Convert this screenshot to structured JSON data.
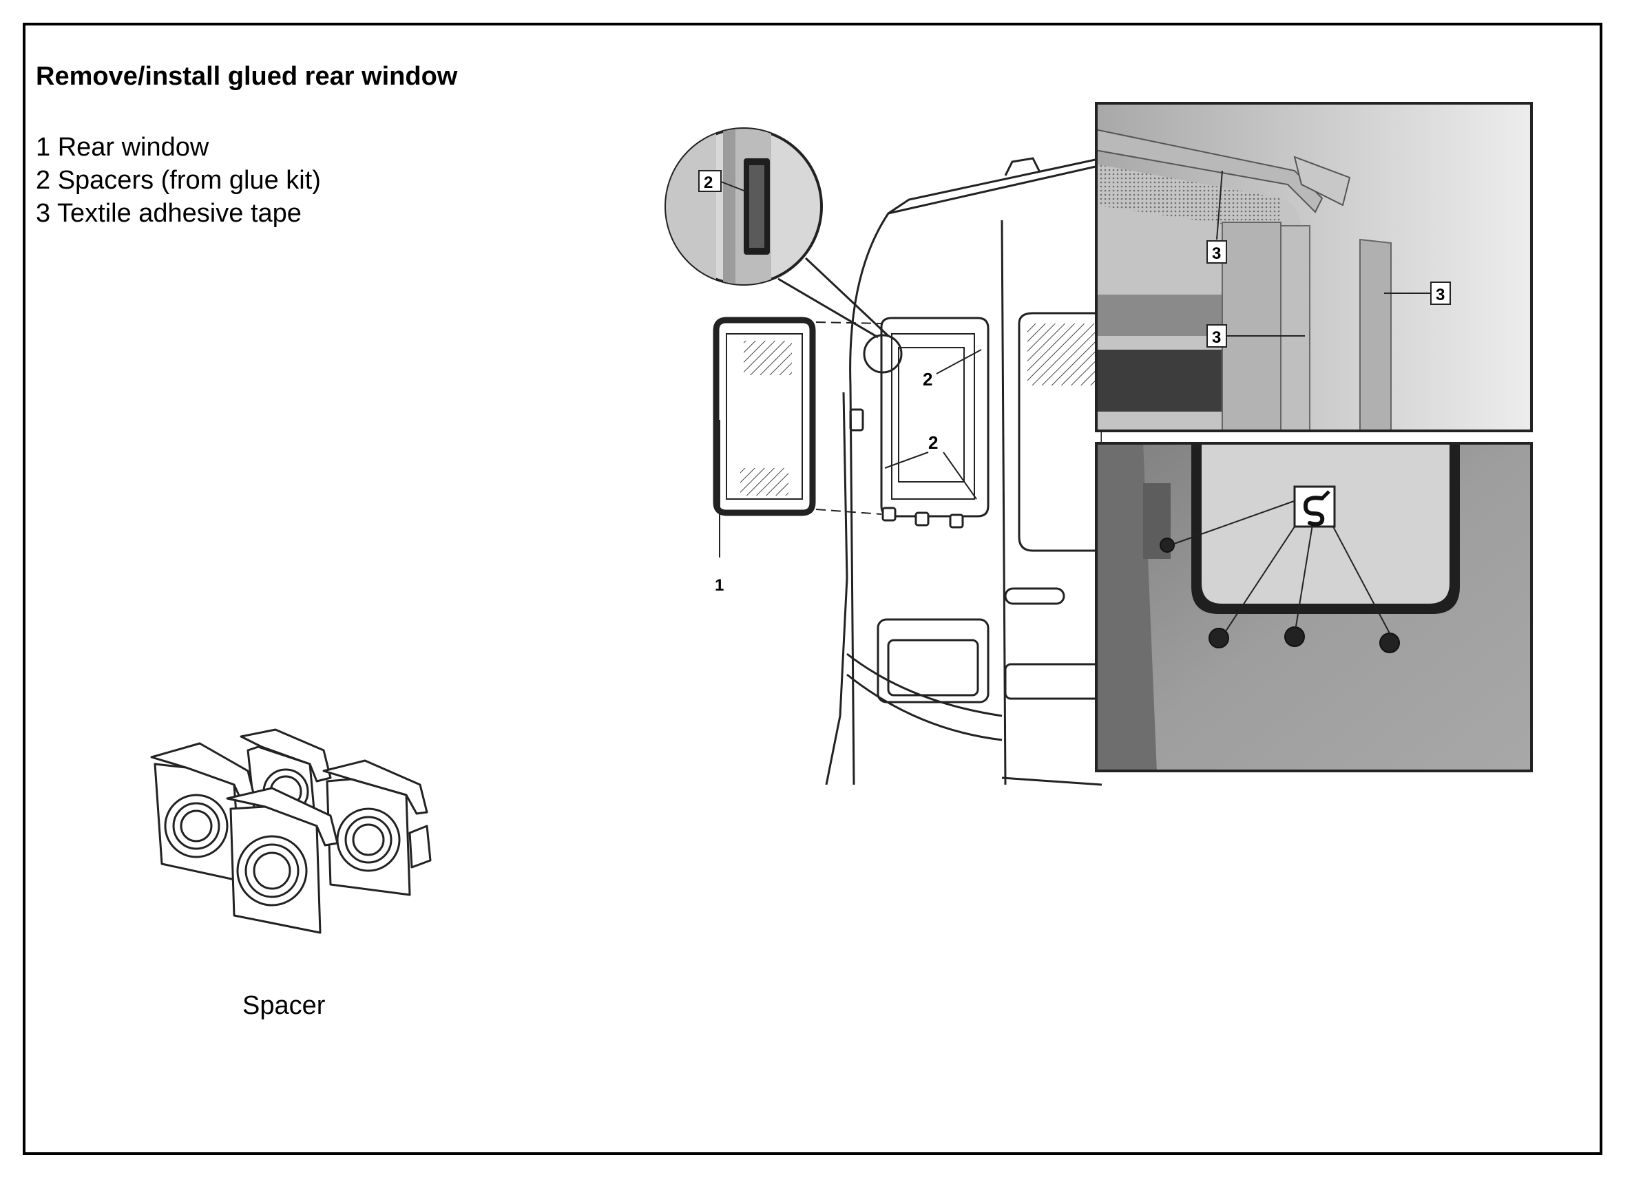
{
  "document": {
    "title": "Remove/install glued rear window",
    "legend": [
      "1 Rear window",
      "2 Spacers (from glue kit)",
      "3 Textile adhesive tape"
    ],
    "spacer_caption": "Spacer"
  },
  "callouts": {
    "rear_window": "1",
    "spacer": "2",
    "tape": "3"
  },
  "icons": {
    "tool": "wrench-hook-icon"
  }
}
